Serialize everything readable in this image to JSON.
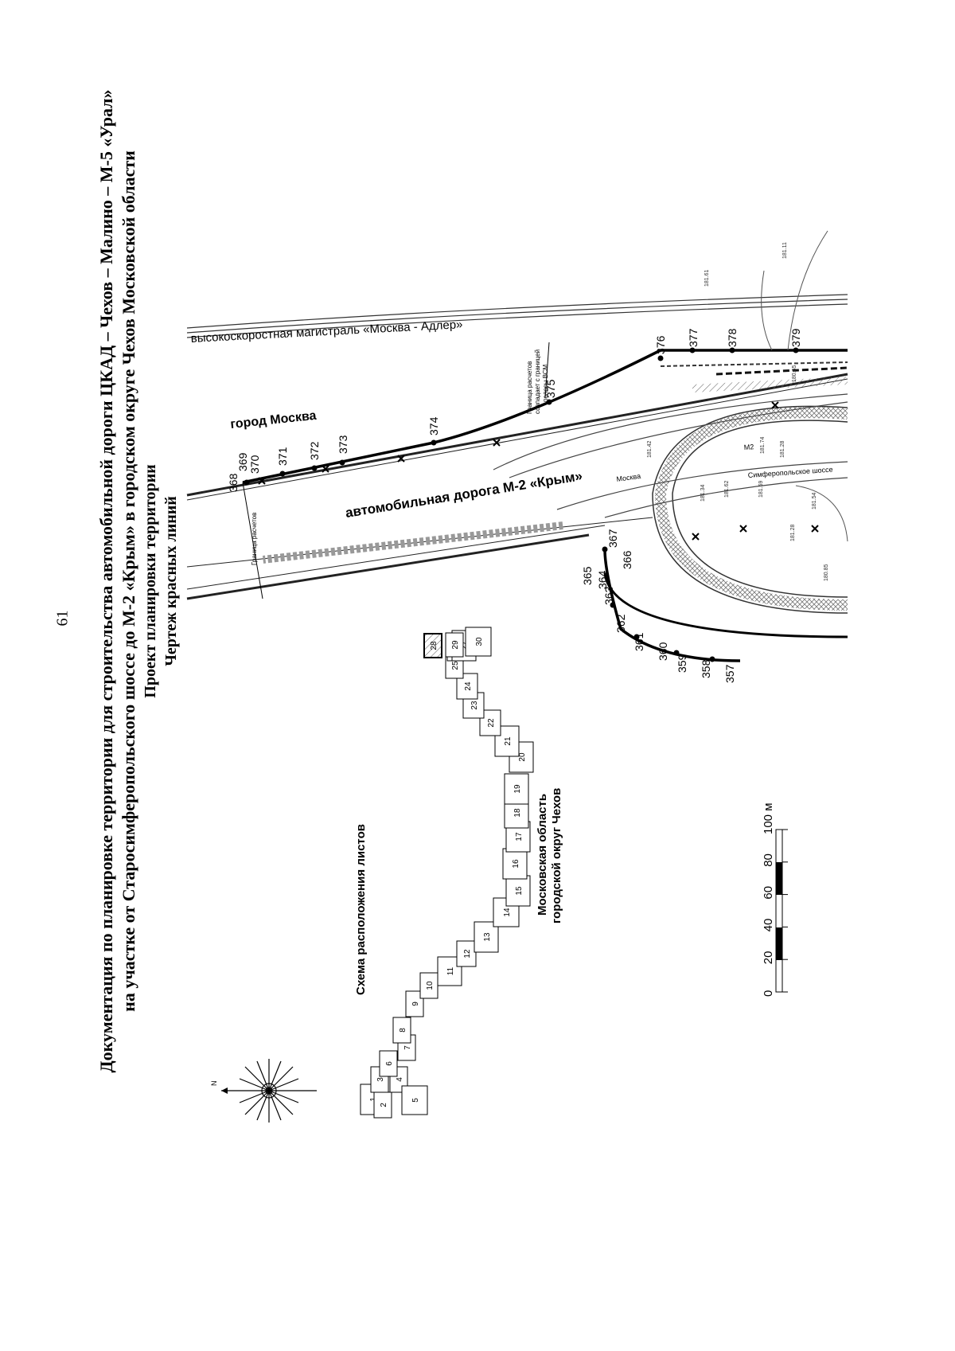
{
  "page_number": "61",
  "title": {
    "line1": "Документация по планировке территории для строительства автомобильной дороги ЦКАД – Чехов – Малино – М-5 «Урал»",
    "line2": "на участке от Старосимферопольского шоссе до М-2 «Крым» в городском округе Чехов Московской области",
    "line3": "Проект планировки территории",
    "line4": "Чертеж красных линий"
  },
  "map": {
    "rail_label": "высокоскоростная магистраль «Москва - Адлер»",
    "city_label": "город Москва",
    "road_label": "автомобильная дорога М-2 «Крым»",
    "direction_moscow": "Москва",
    "road_m2": "М2",
    "simferopol_label": "Симферопольское шоссе",
    "calc_boundary_left": "Граница расчетов",
    "calc_boundary_right_1": "Граница расчетов",
    "calc_boundary_right_2": "совпадает с границей",
    "calc_boundary_right_3": "полосы ВСМ",
    "points": {
      "p357": "357",
      "p358": "358",
      "p359": "359",
      "p360": "360",
      "p361": "361",
      "p362": "362",
      "p363": "363",
      "p364": "364",
      "p365": "365",
      "p366": "366",
      "p367": "367",
      "p368": "368",
      "p369": "369",
      "p370": "370",
      "p371": "371",
      "p372": "372",
      "p373": "373",
      "p374": "374",
      "p375": "375",
      "p376": "376",
      "p377": "377",
      "p378": "378",
      "p379": "379"
    },
    "elevations": {
      "e1": "181.11",
      "e2": "180.85",
      "e3": "181.62",
      "e4": "181.59",
      "e5": "181.34",
      "e6": "181.42",
      "e7": "181.74",
      "e8": "181.28",
      "e9": "181.54",
      "e10": "180.65",
      "e11": "181.61",
      "e12": "181.28"
    }
  },
  "sheets": {
    "title": "Схема расположения листов",
    "region_line1": "Московская область",
    "region_line2": "городской округ Чехов",
    "labels": [
      "1",
      "2",
      "3",
      "4",
      "5",
      "6",
      "7",
      "8",
      "9",
      "10",
      "11",
      "12",
      "13",
      "14",
      "15",
      "16",
      "17",
      "18",
      "19",
      "20",
      "21",
      "22",
      "23",
      "24",
      "25",
      "26",
      "27",
      "28",
      "29",
      "30"
    ],
    "current_sheet": "28"
  },
  "scale": {
    "ticks": [
      "0",
      "20",
      "40",
      "60",
      "80",
      "100 м"
    ]
  },
  "compass": {
    "north": "N"
  }
}
